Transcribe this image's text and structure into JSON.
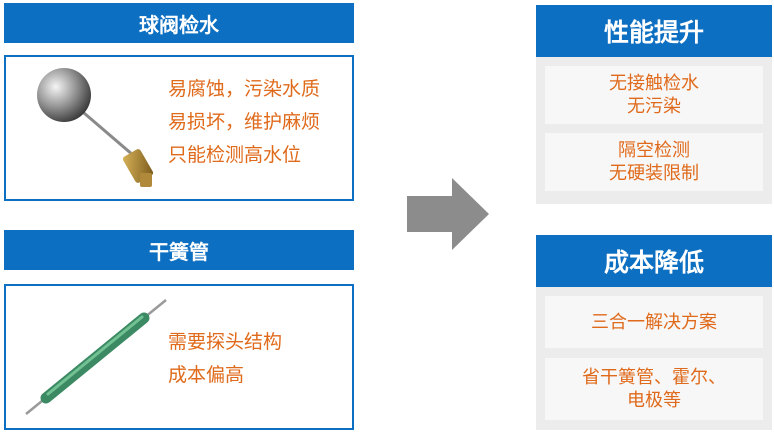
{
  "float_ball": {
    "title": "球阀检水",
    "lines": [
      "易腐蚀，污染水质",
      "易损坏，维护麻烦",
      "只能检测高水位"
    ]
  },
  "reed_switch": {
    "title": "干簧管",
    "lines": [
      "需要探头结构",
      "成本偏高"
    ]
  },
  "performance": {
    "title": "性能提升",
    "cards": [
      [
        "无接触检水",
        "无污染"
      ],
      [
        "隔空检测",
        "无硬装限制"
      ]
    ]
  },
  "cost": {
    "title": "成本降低",
    "cards": [
      [
        "三合一解决方案"
      ],
      [
        "省干簧管、霍尔、",
        "电极等"
      ]
    ]
  },
  "colors": {
    "brand_blue": "#0d6fc2",
    "text_orange": "#e06a1b",
    "arrow_gray": "#8c8c8c"
  }
}
